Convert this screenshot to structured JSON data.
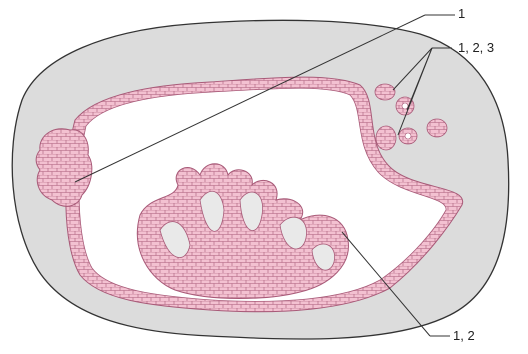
{
  "labels": {
    "top": "1",
    "upper_right": "1, 2, 3",
    "bottom_right": "1, 2"
  },
  "colors": {
    "background_tissue": "#dcdcdc",
    "epithelium_fill": "#f3c1d1",
    "epithelium_stroke": "#a85a78",
    "outline": "#333333",
    "leader_line": "#333333",
    "page": "#ffffff"
  }
}
